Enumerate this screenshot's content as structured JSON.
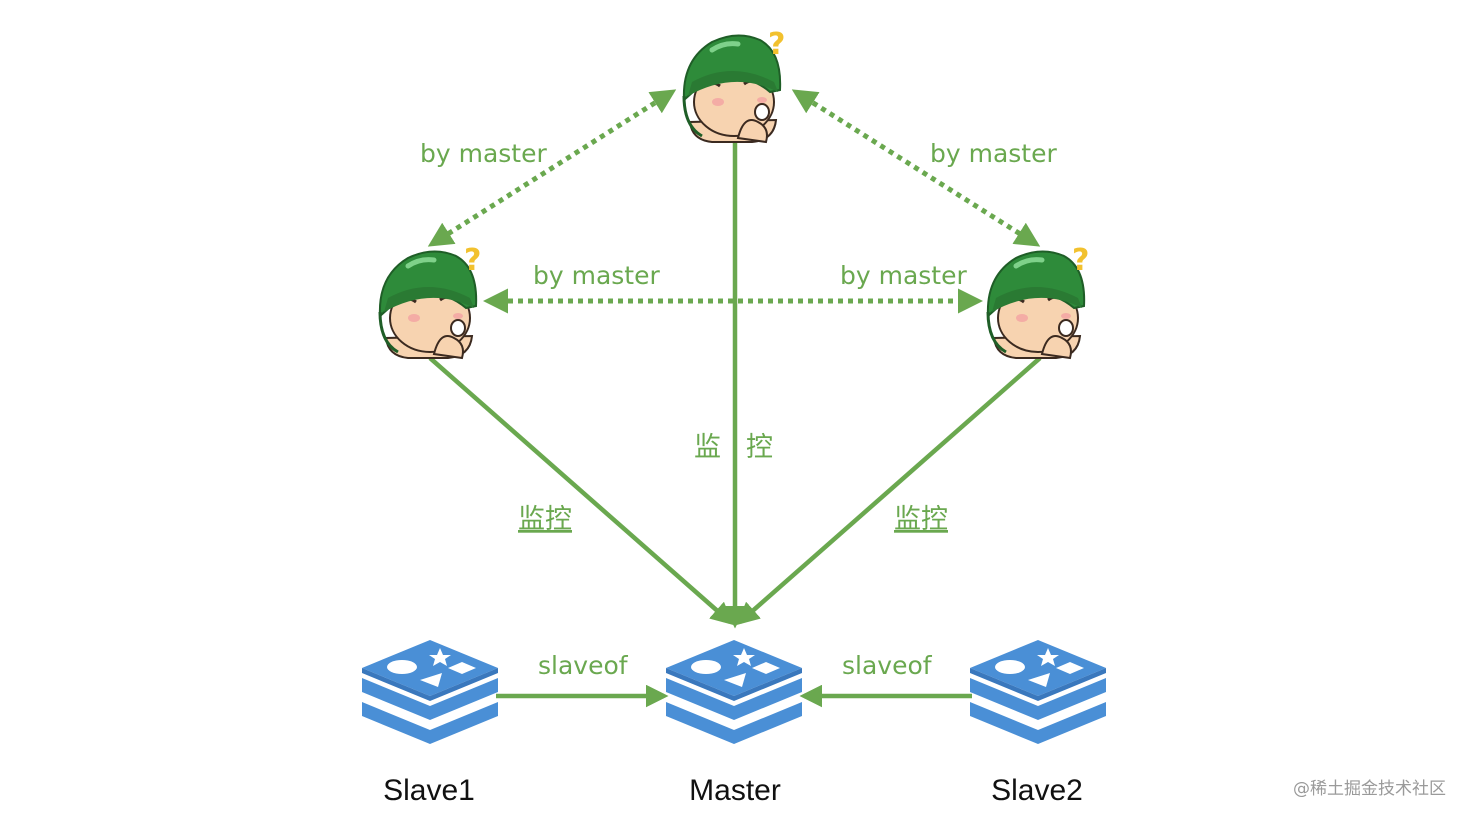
{
  "colors": {
    "edge": "#6aa84f",
    "redis_blue": "#4a8fd6",
    "helmet": "#2e8b3a",
    "skin": "#f7d3b0",
    "question": "#f2c12e"
  },
  "sentinels": [
    {
      "id": "top",
      "icon": "sentinel-soldier-icon"
    },
    {
      "id": "left",
      "icon": "sentinel-soldier-icon"
    },
    {
      "id": "right",
      "icon": "sentinel-soldier-icon"
    }
  ],
  "nodes": {
    "slave1": {
      "label": "Slave1",
      "icon": "redis-icon"
    },
    "master": {
      "label": "Master",
      "icon": "redis-icon"
    },
    "slave2": {
      "label": "Slave2",
      "icon": "redis-icon"
    }
  },
  "edges": {
    "top_left": "by master",
    "top_right": "by master",
    "left_mid": "by master",
    "right_mid": "by master",
    "monitor_center_a": "监",
    "monitor_center_b": "控",
    "monitor_left": "监控",
    "monitor_right": "监控",
    "slave1_master": "slaveof",
    "slave2_master": "slaveof"
  },
  "watermark": "@稀土掘金技术社区"
}
